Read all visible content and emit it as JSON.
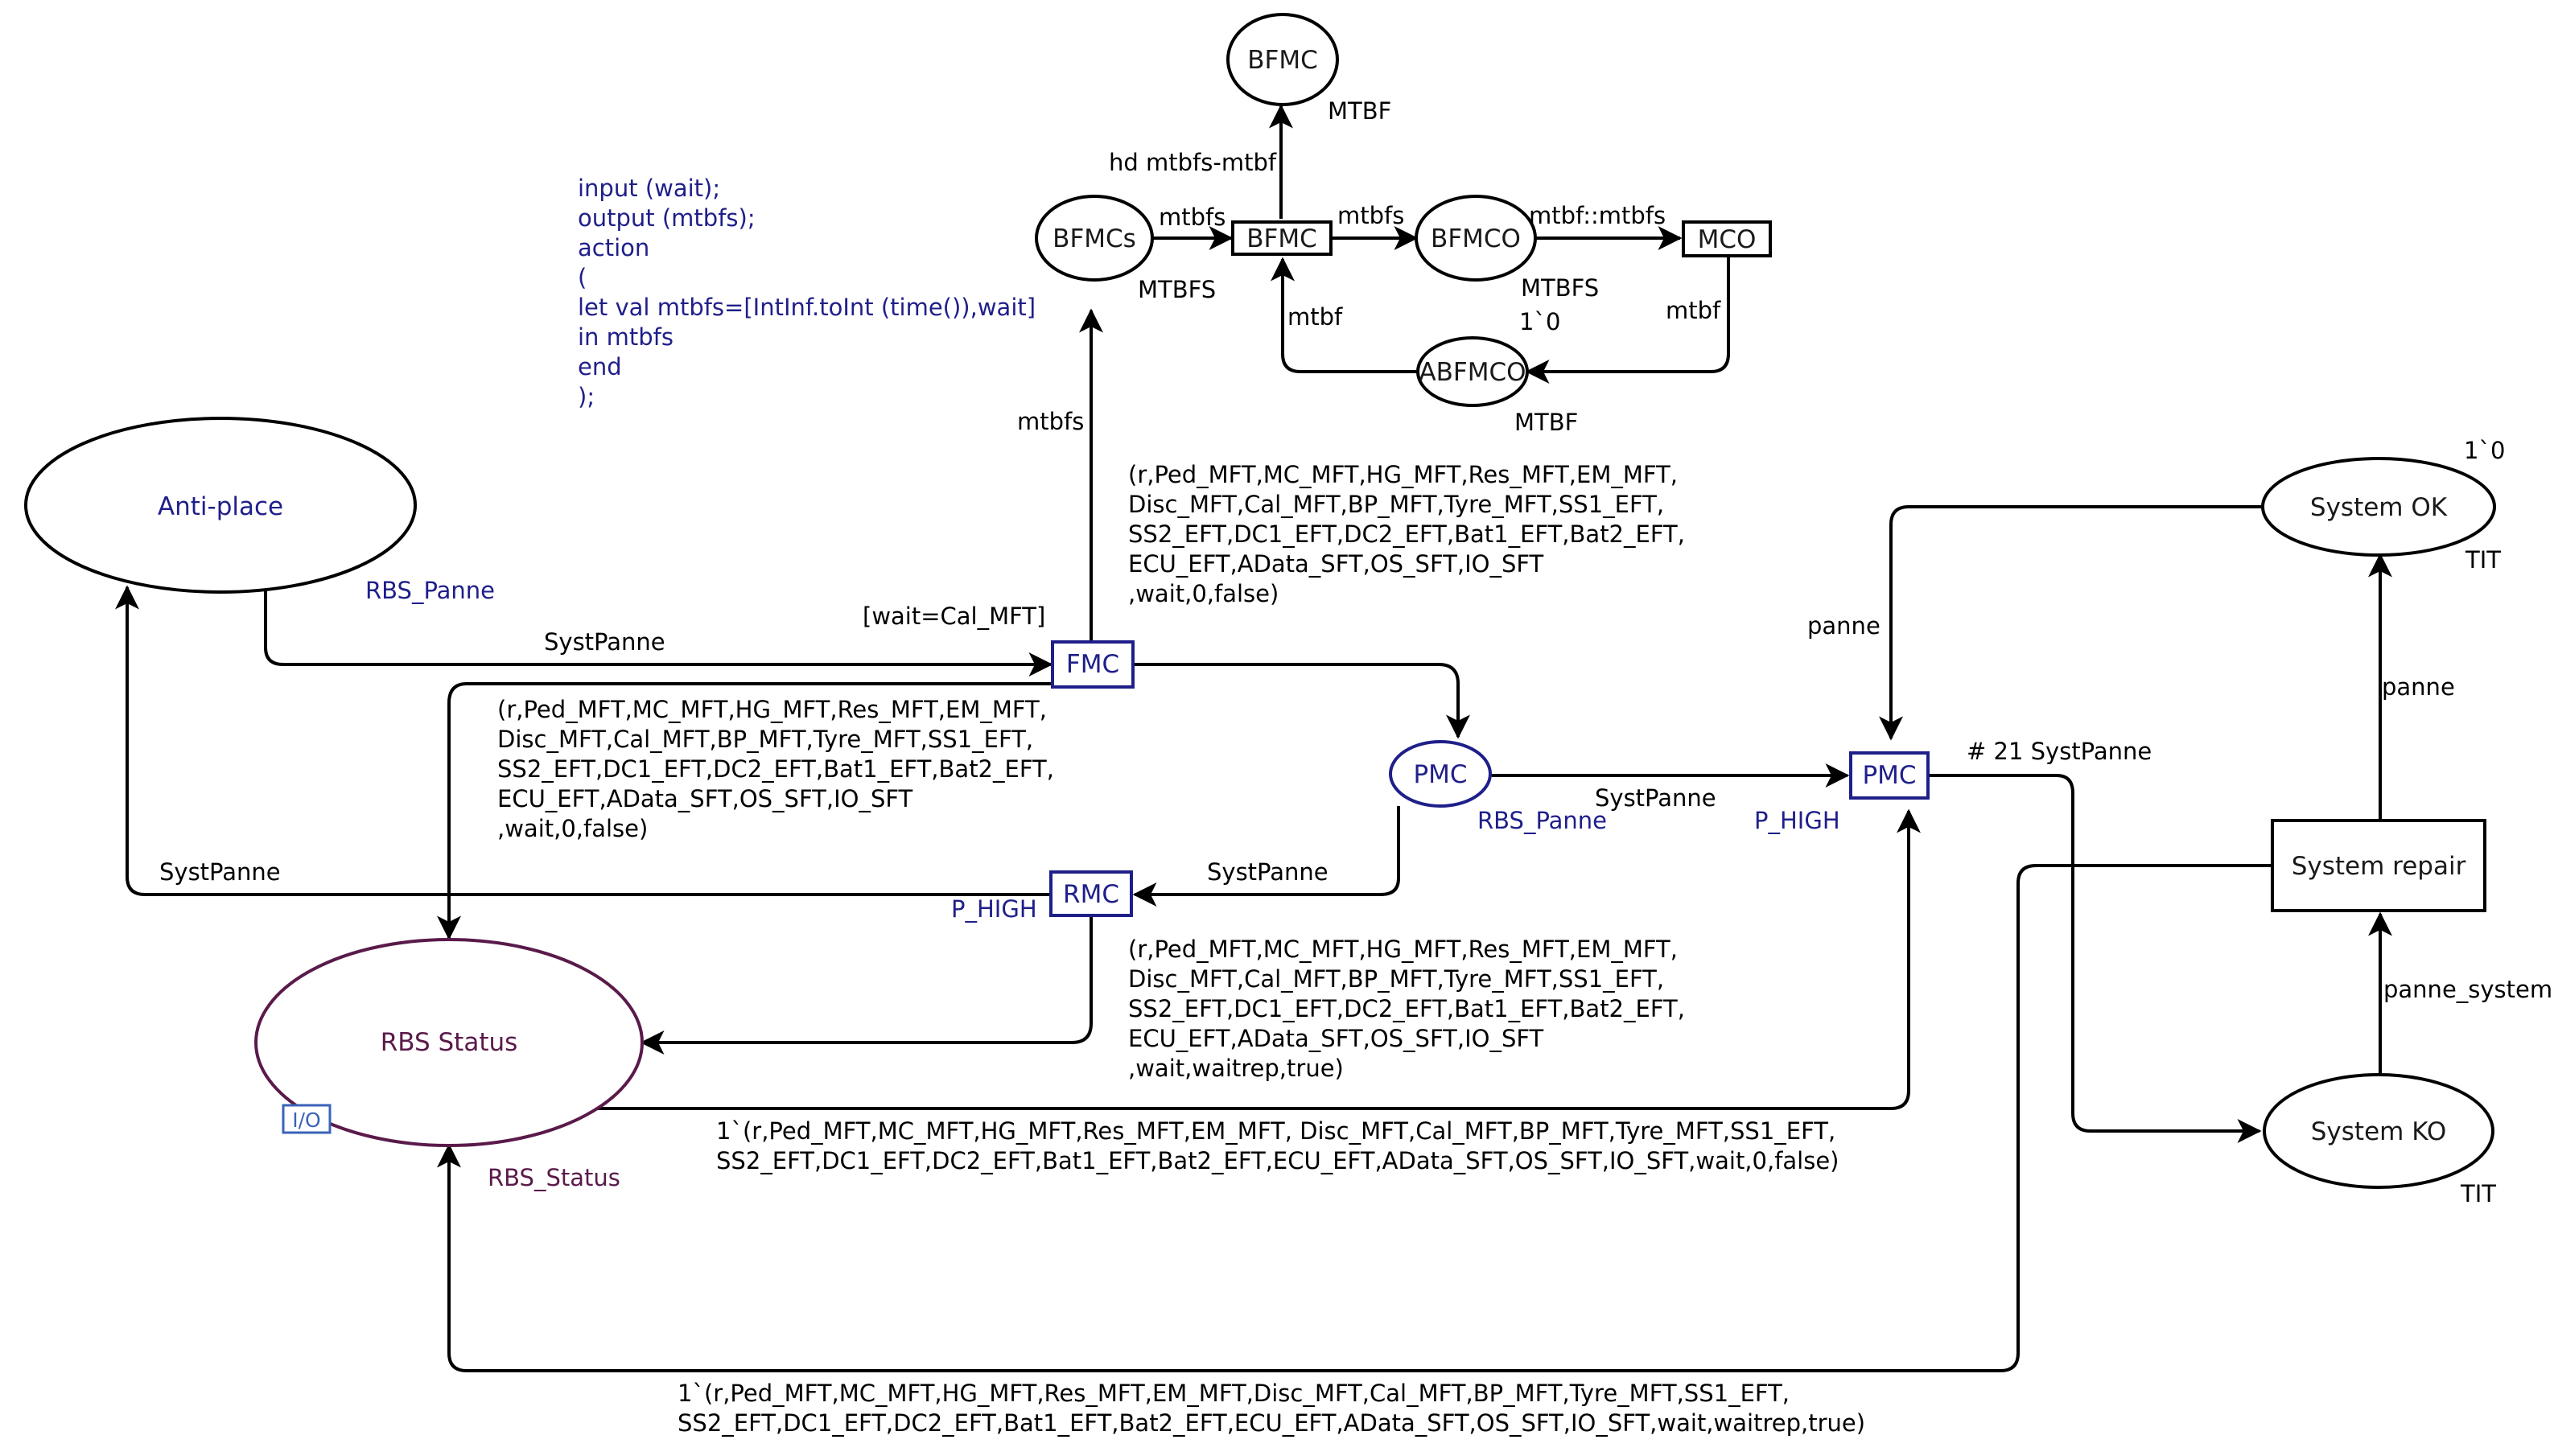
{
  "colors": {
    "ink": "#000000",
    "code_blue": "#1f1f8a",
    "fusion_purple": "#5a1a4a",
    "port_tag": "#3a63b8"
  },
  "places": {
    "bfmc": {
      "name": "BFMC",
      "type": "MTBF"
    },
    "bfmcs": {
      "name": "BFMCs",
      "type": "MTBFS"
    },
    "bfmco": {
      "name": "BFMCO",
      "type": "MTBFS",
      "marking": "1`0"
    },
    "abfmco": {
      "name": "ABFMCO",
      "type": "MTBF"
    },
    "anti_place": {
      "name": "Anti-place",
      "type": "RBS_Panne"
    },
    "pmc": {
      "name": "PMC",
      "type": "RBS_Panne"
    },
    "system_ok": {
      "name": "System OK",
      "type": "TIT",
      "marking": "1`0"
    },
    "system_ko": {
      "name": "System KO",
      "type": "TIT"
    },
    "rbs_status": {
      "name": "RBS Status",
      "type": "RBS_Status",
      "port": "I/O"
    }
  },
  "transitions": {
    "bfmc": {
      "name": "BFMC"
    },
    "mco": {
      "name": "MCO"
    },
    "fmc": {
      "name": "FMC",
      "guard": "[wait=Cal_MFT]"
    },
    "rmc": {
      "name": "RMC",
      "priority": "P_HIGH"
    },
    "pmc": {
      "name": "PMC",
      "priority": "P_HIGH"
    },
    "system_repair": {
      "name": "System repair"
    }
  },
  "code_segment": [
    "input (wait);",
    "output (mtbfs);",
    "action",
    "(",
    "let val mtbfs=[IntInf.toInt (time()),wait]",
    "in mtbfs",
    "end",
    ");"
  ],
  "arc_labels": {
    "bfmcs_to_bfmc": "mtbfs",
    "bfmc_to_bfmco": "mtbfs",
    "bfmc_to_bfmc_place": "hd mtbfs-mtbf",
    "bfmco_to_mco": "mtbf::mtbfs",
    "mco_to_abfmco": "mtbf",
    "abfmco_to_bfmc": "mtbf",
    "fmc_to_bfmcs": "mtbfs",
    "anti_to_fmc": "SystPanne",
    "pmc_place_to_rmc": "SystPanne",
    "pmc_place_to_pmc": "SystPanne",
    "rmc_to_anti": "SystPanne",
    "system_ok_to_pmc": "panne",
    "repair_to_ok": "panne",
    "ko_to_repair": "panne_system",
    "pmc_to_ko": "# 21 SystPanne",
    "fmc_status_top": [
      "(r,Ped_MFT,MC_MFT,HG_MFT,Res_MFT,EM_MFT,",
      "Disc_MFT,Cal_MFT,BP_MFT,Tyre_MFT,SS1_EFT,",
      "SS2_EFT,DC1_EFT,DC2_EFT,Bat1_EFT,Bat2_EFT,",
      "ECU_EFT,AData_SFT,OS_SFT,IO_SFT",
      ",wait,0,false)"
    ],
    "fmc_status_left": [
      "(r,Ped_MFT,MC_MFT,HG_MFT,Res_MFT,EM_MFT,",
      "Disc_MFT,Cal_MFT,BP_MFT,Tyre_MFT,SS1_EFT,",
      "SS2_EFT,DC1_EFT,DC2_EFT,Bat1_EFT,Bat2_EFT,",
      "ECU_EFT,AData_SFT,OS_SFT,IO_SFT",
      ",wait,0,false)"
    ],
    "rmc_status": [
      "(r,Ped_MFT,MC_MFT,HG_MFT,Res_MFT,EM_MFT,",
      "Disc_MFT,Cal_MFT,BP_MFT,Tyre_MFT,SS1_EFT,",
      "SS2_EFT,DC1_EFT,DC2_EFT,Bat1_EFT,Bat2_EFT,",
      "ECU_EFT,AData_SFT,OS_SFT,IO_SFT",
      ",wait,waitrep,true)"
    ],
    "pmc_status": [
      "1`(r,Ped_MFT,MC_MFT,HG_MFT,Res_MFT,EM_MFT, Disc_MFT,Cal_MFT,BP_MFT,Tyre_MFT,SS1_EFT,",
      "SS2_EFT,DC1_EFT,DC2_EFT,Bat1_EFT,Bat2_EFT,ECU_EFT,AData_SFT,OS_SFT,IO_SFT,wait,0,false)"
    ],
    "repair_status": [
      "1`(r,Ped_MFT,MC_MFT,HG_MFT,Res_MFT,EM_MFT,Disc_MFT,Cal_MFT,BP_MFT,Tyre_MFT,SS1_EFT,",
      "SS2_EFT,DC1_EFT,DC2_EFT,Bat1_EFT,Bat2_EFT,ECU_EFT,AData_SFT,OS_SFT,IO_SFT,wait,waitrep,true)"
    ]
  }
}
